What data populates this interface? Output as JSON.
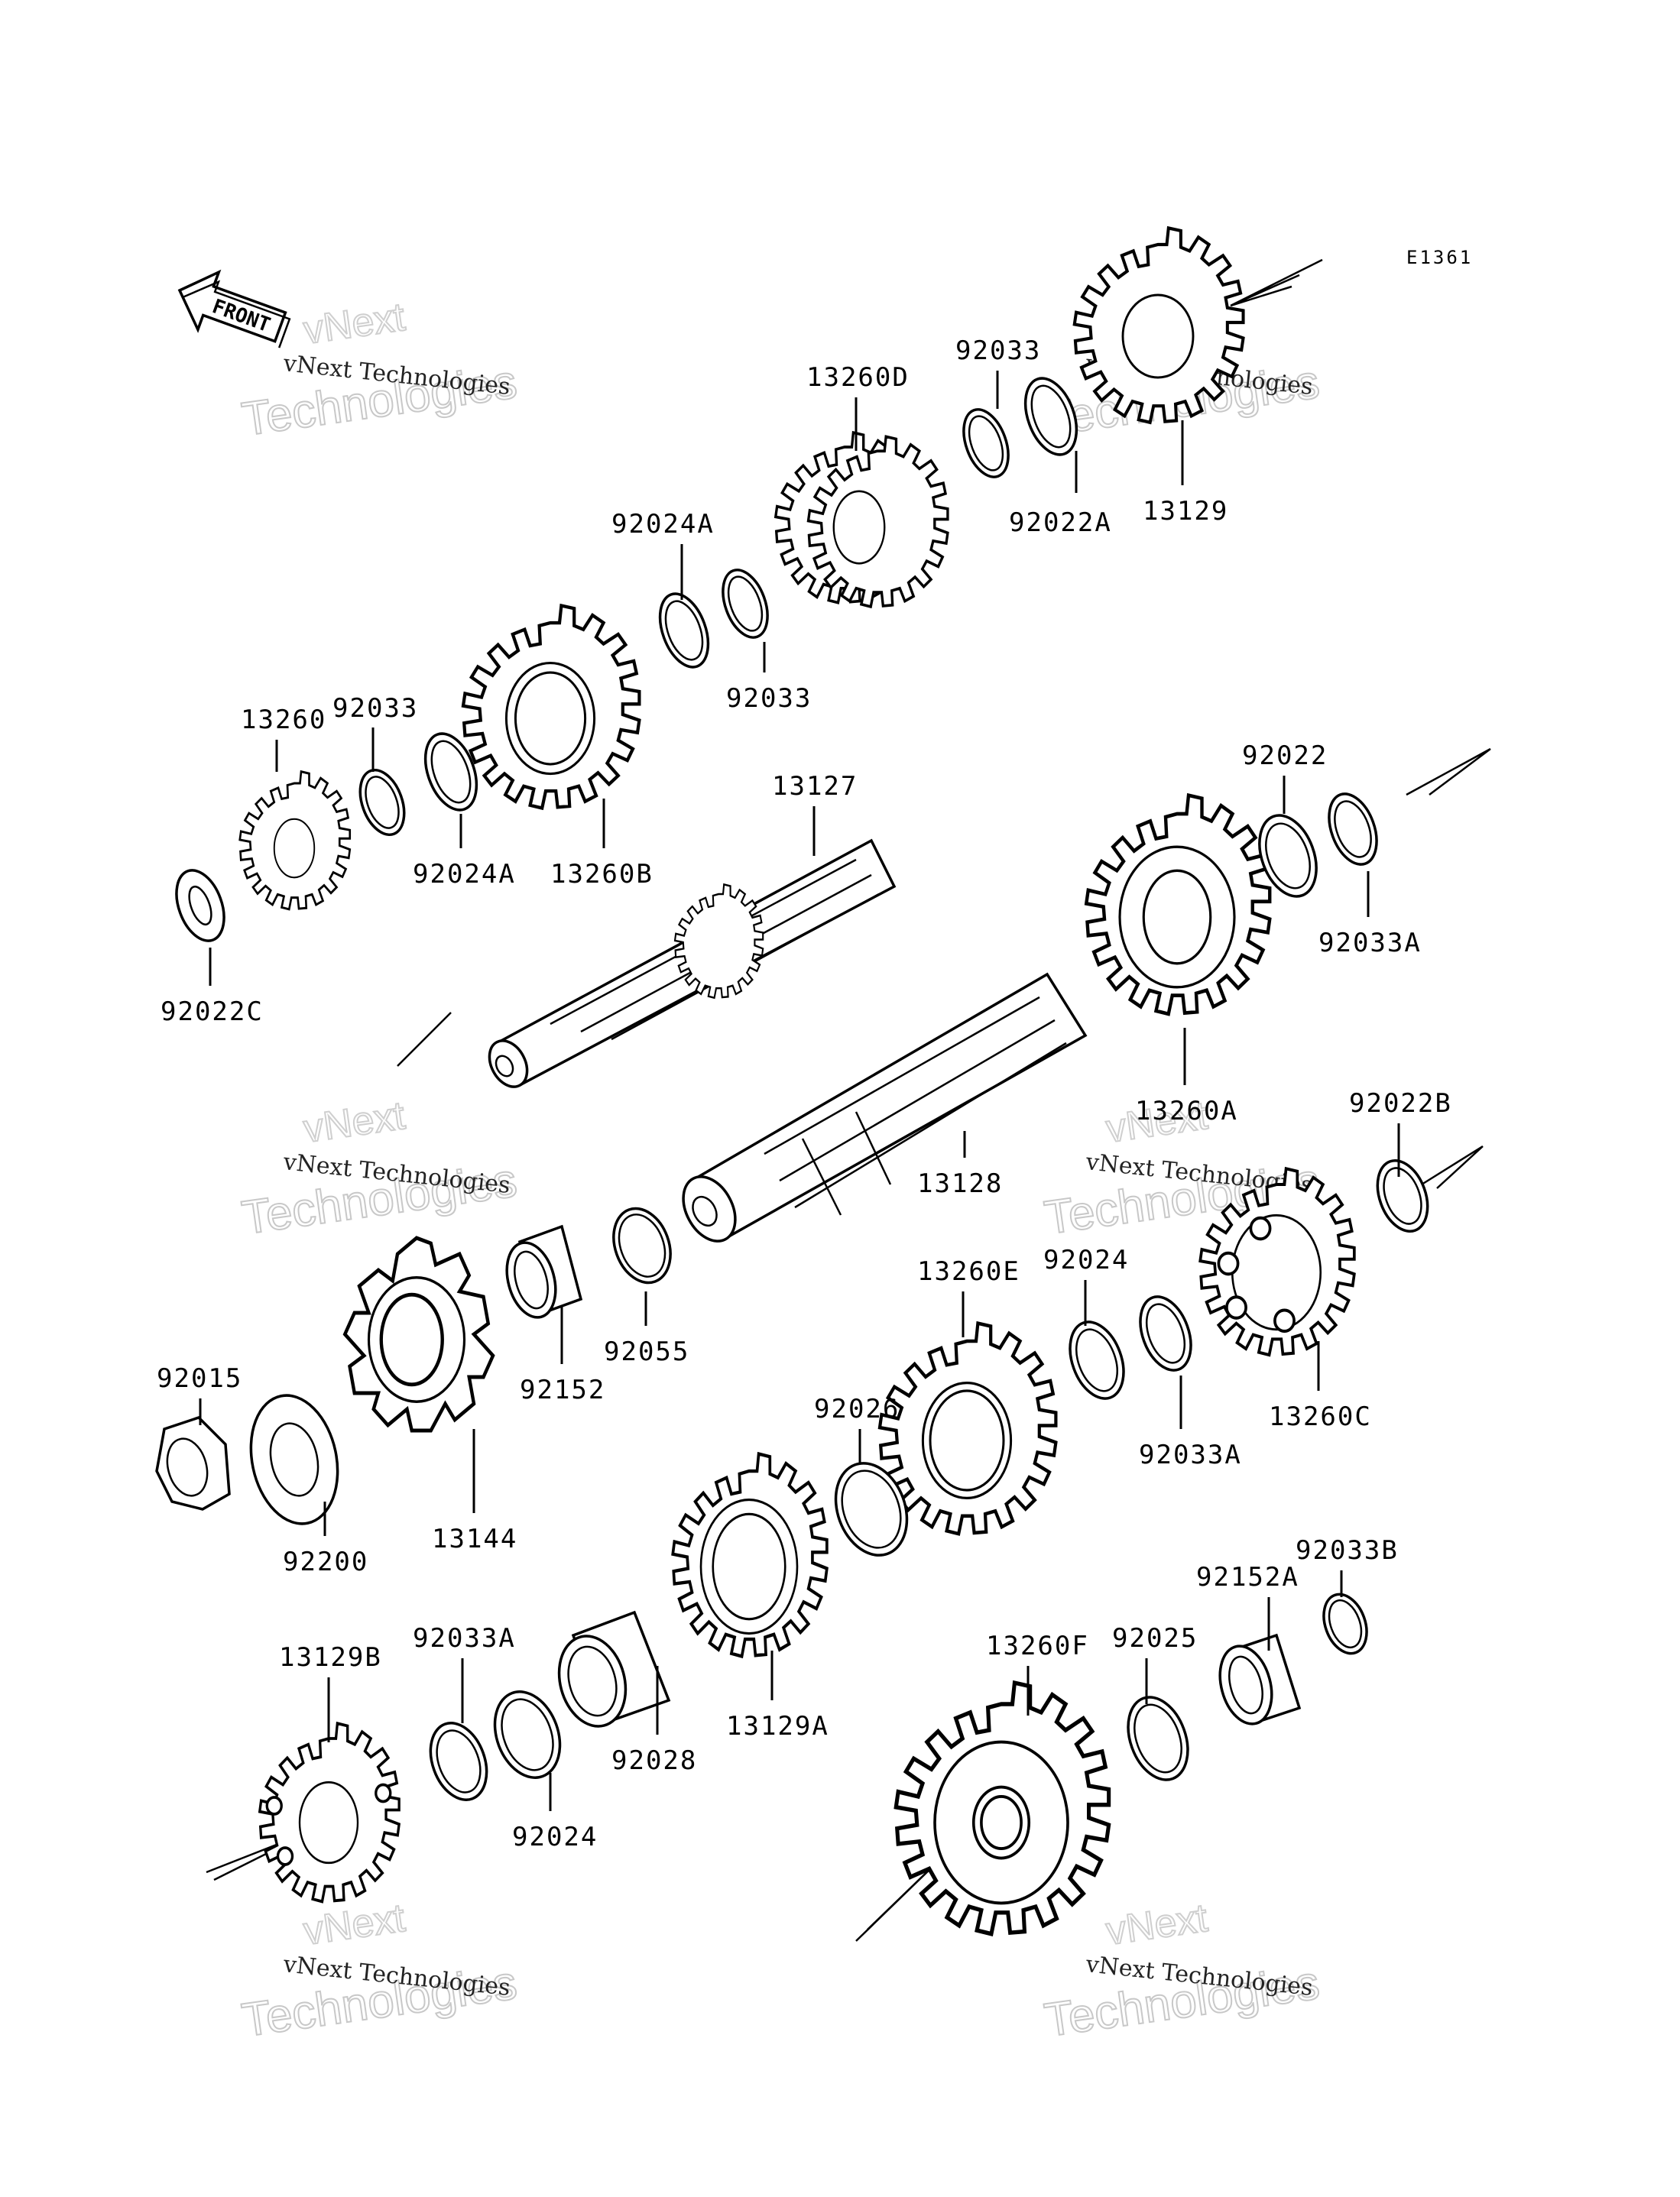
{
  "diagram_code": "E1361",
  "front_label": "FRONT",
  "watermark": {
    "line1": "vNext Technologies",
    "line2": "vNext",
    "line3": "Technologies"
  },
  "parts": [
    {
      "id": "p1",
      "label": "92033"
    },
    {
      "id": "p2",
      "label": "13260D"
    },
    {
      "id": "p3",
      "label": "92022A"
    },
    {
      "id": "p4",
      "label": "13129"
    },
    {
      "id": "p5",
      "label": "92024A"
    },
    {
      "id": "p6",
      "label": "92033"
    },
    {
      "id": "p7",
      "label": "92033"
    },
    {
      "id": "p8",
      "label": "13260"
    },
    {
      "id": "p9",
      "label": "92024A"
    },
    {
      "id": "p10",
      "label": "13260B"
    },
    {
      "id": "p11",
      "label": "13127"
    },
    {
      "id": "p12",
      "label": "92022"
    },
    {
      "id": "p13",
      "label": "92033A"
    },
    {
      "id": "p14",
      "label": "92022C"
    },
    {
      "id": "p15",
      "label": "13260A"
    },
    {
      "id": "p16",
      "label": "13128"
    },
    {
      "id": "p17",
      "label": "92022B"
    },
    {
      "id": "p18",
      "label": "13260E"
    },
    {
      "id": "p19",
      "label": "92024"
    },
    {
      "id": "p20",
      "label": "92015"
    },
    {
      "id": "p21",
      "label": "92152"
    },
    {
      "id": "p22",
      "label": "92055"
    },
    {
      "id": "p23",
      "label": "92026"
    },
    {
      "id": "p24",
      "label": "92033A"
    },
    {
      "id": "p25",
      "label": "13260C"
    },
    {
      "id": "p26",
      "label": "92200"
    },
    {
      "id": "p27",
      "label": "13144"
    },
    {
      "id": "p28",
      "label": "92033B"
    },
    {
      "id": "p29",
      "label": "92033A"
    },
    {
      "id": "p30",
      "label": "92152A"
    },
    {
      "id": "p31",
      "label": "13129B"
    },
    {
      "id": "p32",
      "label": "92025"
    },
    {
      "id": "p33",
      "label": "13260F"
    },
    {
      "id": "p34",
      "label": "92028"
    },
    {
      "id": "p35",
      "label": "13129A"
    },
    {
      "id": "p36",
      "label": "92024"
    }
  ]
}
